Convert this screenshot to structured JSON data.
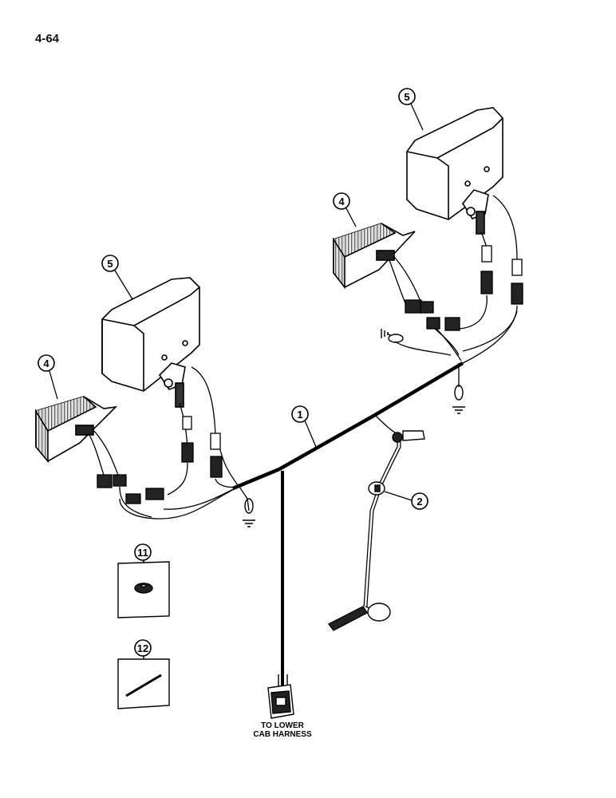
{
  "page": {
    "number": "4-64"
  },
  "callouts": {
    "c1": "1",
    "c2": "2",
    "c4_left": "4",
    "c4_right": "4",
    "c5_left": "5",
    "c5_right": "5",
    "c11": "11",
    "c12": "12"
  },
  "notes": {
    "lower_harness_line1": "TO LOWER",
    "lower_harness_line2": "CAB HARNESS"
  }
}
